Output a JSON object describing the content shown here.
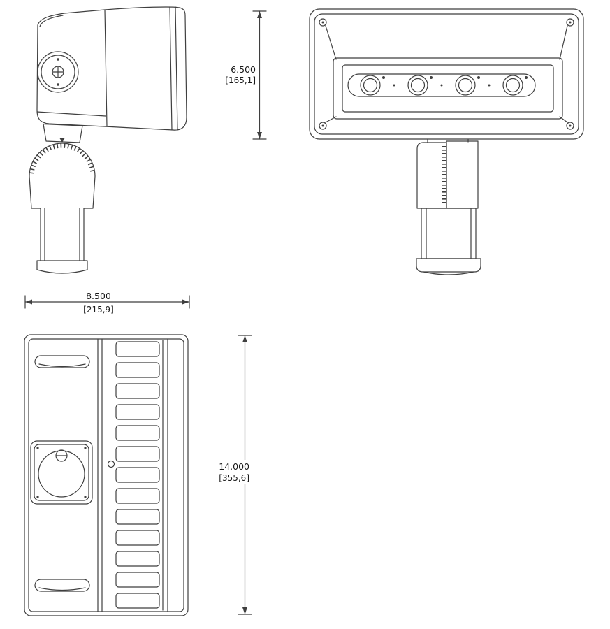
{
  "canvas": {
    "background": "#ffffff",
    "line_color": "#3f3f3f",
    "text_color": "#1a1a1a"
  },
  "dimensions": {
    "height": {
      "inches": "6.500",
      "millimeters": "[165,1]"
    },
    "width": {
      "inches": "8.500",
      "millimeters": "[215,9]"
    },
    "length": {
      "inches": "14.000",
      "millimeters": "[355,6]"
    }
  }
}
